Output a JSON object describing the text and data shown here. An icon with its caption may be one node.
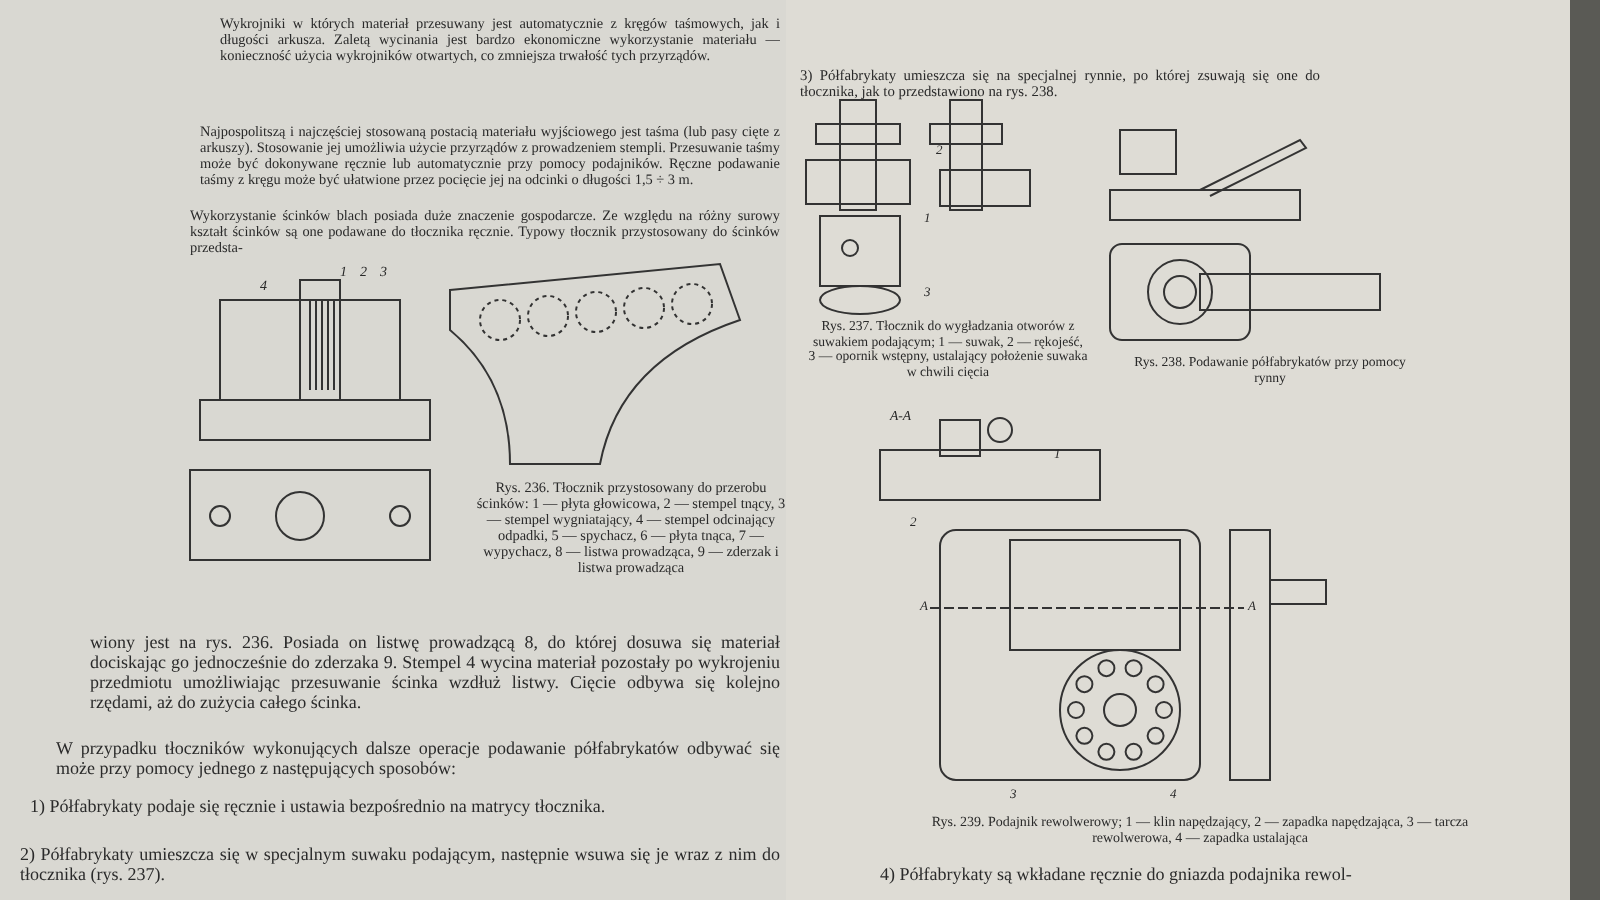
{
  "diagram": {
    "labels": [
      "Wykrojniki w których materiał przesuwany jest automatycznie z kręgów taśmowych, jak i długości arkusza. Zaletą wycinania jest bardzo ekonomiczne wykorzystanie materiału — konieczność użycia wykrojników otwartych, co zmniejsza trwałość tych przyrządów.",
      "Najpospolitszą i najczęściej stosowaną postacią materiału wyjściowego jest taśma (lub pasy cięte z arkuszy). Stosowanie jej umożliwia użycie przyrządów z prowadzeniem stempli. Przesuwanie taśmy może być dokonywane ręcznie lub automatycznie przy pomocy podajników. Ręczne podawanie taśmy z kręgu może być ułatwione przez pocięcie jej na odcinki o długości 1,5 ÷ 3 m.",
      "Wykorzystanie ścinków blach posiada duże znaczenie gospodarcze. Ze względu na różny surowy kształt ścinków są one podawane do tłocznika ręcznie. Typowy tłocznik przystosowany do ścinków przedsta-",
      "4",
      "1",
      "2",
      "3",
      "Rys. 236. Tłocznik przystosowany do przerobu ścinków: 1 — płyta głowicowa, 2 — stempel tnący, 3 — stempel wygniatający, 4 — stempel odcinający odpadki, 5 — spychacz, 6 — płyta tnąca, 7 — wypychacz, 8 — listwa prowadząca, 9 — zderzak i listwa prowadząca",
      "wiony jest na rys. 236. Posiada on listwę prowadzącą 8, do której dosuwa się materiał dociskając go jednocześnie do zderzaka 9. Stempel 4 wycina materiał pozostały po wykrojeniu przedmiotu umożliwiając przesuwanie ścinka wzdłuż listwy. Cięcie odbywa się kolejno rzędami, aż do zużycia całego ścinka.",
      "W przypadku tłoczników wykonujących dalsze operacje podawanie półfabrykatów odbywać się może przy pomocy jednego z następujących sposobów:",
      "1) Półfabrykaty podaje się ręcznie i ustawia bezpośrednio na matrycy tłocznika.",
      "2) Półfabrykaty umieszcza się w specjalnym suwaku podającym, następnie wsuwa się je wraz z nim do tłocznika (rys. 237).",
      "3) Półfabrykaty umieszcza się na specjalnej rynnie, po której zsuwają się one do tłocznika, jak to przedstawiono na rys. 238.",
      "2",
      "1",
      "3",
      "Rys. 237. Tłocznik do wygładzania otworów z suwakiem podającym; 1 — suwak, 2 — rękojeść, 3 — opornik wstępny, ustalający położenie suwaka w chwili cięcia",
      "Rys. 238. Podawanie półfabrykatów przy pomocy rynny",
      "A-A",
      "1",
      "2",
      "A",
      "A",
      "3",
      "4",
      "Rys. 239. Podajnik rewolwerowy; 1 — klin napędzający, 2 — zapadka napędzająca, 3 — tarcza rewolwerowa, 4 — zapadka ustalająca",
      "4) Półfabrykaty są wkładane ręcznie do gniazda podajnika rewol-"
    ]
  }
}
